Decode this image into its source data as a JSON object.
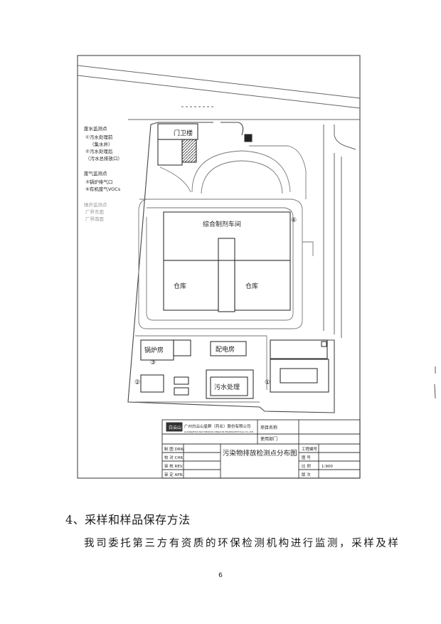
{
  "legend": {
    "water_title": "废水监测点",
    "water_1": "①污水处理前",
    "water_1b": "（集水井）",
    "water_2": "②污水处理后",
    "water_2b": "（污水总排放口）",
    "air_title": "废气监测点",
    "air_3": "③锅炉排气口",
    "air_4": "④有机废气VOCs",
    "noise_title": "噪声监测点",
    "noise_1": "厂界东面",
    "noise_2": "厂界南面"
  },
  "buildings": {
    "top_house": "门卫楼",
    "main_workshop": "综合制剂车间",
    "warehouse_left": "仓库",
    "warehouse_right": "仓库",
    "boiler_room": "锅炉房",
    "power_room": "配电房",
    "workshop_bottom": "污水处理",
    "mark_3": "③",
    "mark_4": "④",
    "mark_2": "②",
    "mark_1": "①"
  },
  "title_block": {
    "logo": "白云山",
    "company_cn": "广州白云山星群（药业）股份有限公司",
    "company_en": "GUANGZHOU BAIYUNSHAN XINGQUN PHARMACEUTICAL CO.,LTD.",
    "project_label": "项目名称",
    "dept_label": "使用部门",
    "drw_label": "制 图 DRW.",
    "chk_label": "校 对 CHK.",
    "rev_label": "审 核 REV.",
    "apr_label": "审 定 APR.",
    "drawing_title": "污染物排放检测点分布图",
    "code_label": "工程编号",
    "sheet_label": "图 号",
    "scale_label": "比 例",
    "scale_value": "1:900",
    "version_label": "版 次"
  },
  "section_heading": "4、采样和样品保存方法",
  "paragraph": "我司委托第三方有资质的环保检测机构进行监测，采样及样",
  "page_number": "6"
}
